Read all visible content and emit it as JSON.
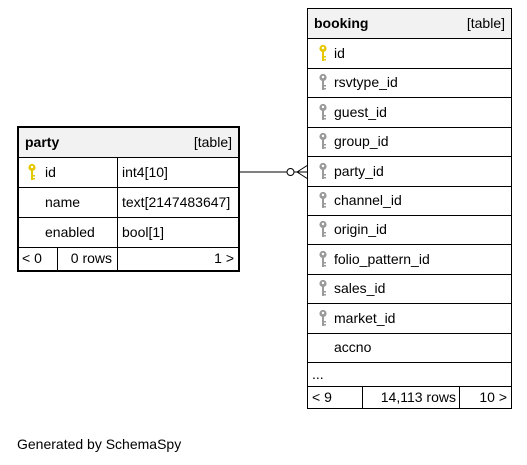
{
  "party": {
    "name": "party",
    "kind": "[table]",
    "columns": [
      {
        "name": "id",
        "type": "int4[10]",
        "key": "primary"
      },
      {
        "name": "name",
        "type": "text[2147483647]",
        "key": "none"
      },
      {
        "name": "enabled",
        "type": "bool[1]",
        "key": "none"
      }
    ],
    "footer": {
      "parents": "< 0",
      "rows": "0 rows",
      "children": "1 >"
    }
  },
  "booking": {
    "name": "booking",
    "kind": "[table]",
    "columns": [
      {
        "name": "id",
        "key": "primary"
      },
      {
        "name": "rsvtype_id",
        "key": "foreign"
      },
      {
        "name": "guest_id",
        "key": "foreign"
      },
      {
        "name": "group_id",
        "key": "foreign"
      },
      {
        "name": "party_id",
        "key": "foreign"
      },
      {
        "name": "channel_id",
        "key": "foreign"
      },
      {
        "name": "origin_id",
        "key": "foreign"
      },
      {
        "name": "folio_pattern_id",
        "key": "foreign"
      },
      {
        "name": "sales_id",
        "key": "foreign"
      },
      {
        "name": "market_id",
        "key": "foreign"
      },
      {
        "name": "accno",
        "key": "none"
      }
    ],
    "more": "...",
    "footer": {
      "parents": "< 9",
      "rows": "14,113 rows",
      "children": "10 >"
    }
  },
  "footer_text": "Generated by SchemaSpy",
  "colors": {
    "header_bg": "#f2f2f2",
    "primary_key": "#e6c800",
    "foreign_key": "#9a9a9a",
    "border": "#000000"
  }
}
